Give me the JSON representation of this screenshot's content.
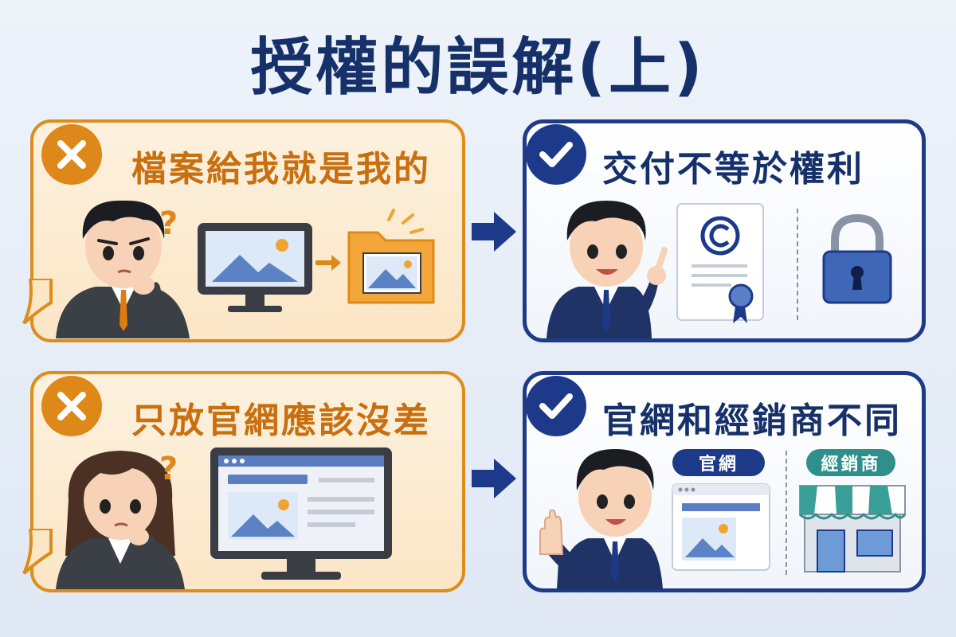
{
  "title": "授權的誤解(上)",
  "rows": [
    {
      "wrong": {
        "icon": "x-icon",
        "heading": "檔案給我就是我的"
      },
      "right": {
        "icon": "check-icon",
        "heading": "交付不等於權利"
      }
    },
    {
      "wrong": {
        "icon": "x-icon",
        "heading": "只放官網應該沒差"
      },
      "right": {
        "icon": "check-icon",
        "heading": "官網和經銷商不同",
        "tag_website": "官網",
        "tag_dealer": "經銷商"
      }
    }
  ],
  "colors": {
    "wrong_accent": "#de8c1c",
    "right_accent": "#1f3a86",
    "title": "#163069"
  },
  "question_mark": "?"
}
